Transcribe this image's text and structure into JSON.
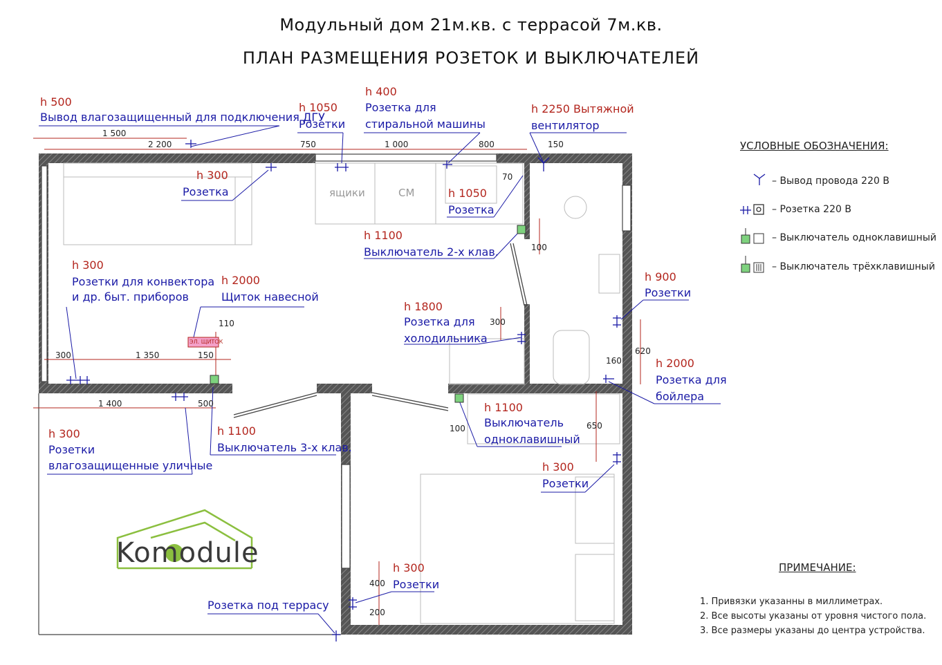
{
  "title": {
    "line1": "Модульный дом 21м.кв. с террасой 7м.кв.",
    "line2": "ПЛАН РАЗМЕЩЕНИЯ РОЗЕТОК И ВЫКЛЮЧАТЕЛЕЙ"
  },
  "annotations": [
    {
      "h": "h 500",
      "text": [
        "Вывод влагозащищенный для подключения ДГУ"
      ]
    },
    {
      "h": "h 1050",
      "text": [
        "Розетки"
      ]
    },
    {
      "h": "h 400",
      "text": [
        "Розетка для",
        "стиральной машины"
      ]
    },
    {
      "h": "h 2250 Вытяжной",
      "text": [
        "вентилятор"
      ]
    },
    {
      "h": "h 300",
      "text": [
        "Розетка"
      ]
    },
    {
      "h": "h 1050",
      "text": [
        "Розетка"
      ]
    },
    {
      "h": "h 1100",
      "text": [
        "Выключатель 2-х клав."
      ]
    },
    {
      "h": "h 300",
      "text": [
        "Розетки для конвектора",
        "и др. быт. приборов"
      ]
    },
    {
      "h": "h 2000",
      "text": [
        "Щиток навесной"
      ]
    },
    {
      "h": "h 1800",
      "text": [
        "Розетка для",
        "холодильника"
      ]
    },
    {
      "h": "h 900",
      "text": [
        "Розетки"
      ]
    },
    {
      "h": "h 2000",
      "text": [
        "Розетка для",
        "бойлера"
      ]
    },
    {
      "h": "h 1100",
      "text": [
        "Выключатель",
        "одноклавишный"
      ]
    },
    {
      "h": "h 300",
      "text": [
        "Розетки",
        "влагозащищенные уличные"
      ]
    },
    {
      "h": "h 1100",
      "text": [
        "Выключатель 3-х клав."
      ]
    },
    {
      "h": "h 300",
      "text": [
        "Розетки"
      ]
    },
    {
      "h": "h 300",
      "text": [
        "Розетки"
      ]
    },
    {
      "h": "",
      "text": [
        "Розетка под террасу"
      ]
    }
  ],
  "dimensions": [
    "1 500",
    "2 200",
    "750",
    "1 000",
    "800",
    "150",
    "70",
    "100",
    "300",
    "1 350",
    "150",
    "110",
    "300",
    "620",
    "160",
    "1 400",
    "500",
    "100",
    "650",
    "400",
    "200"
  ],
  "furniture": {
    "drawers": "ящики",
    "washer": "СМ",
    "panel_tag": "ЭЛ. ЩИТОК"
  },
  "legend": {
    "title": "УСЛОВНЫЕ ОБОЗНАЧЕНИЯ:",
    "items": [
      {
        "icon": "wire-output-icon",
        "text": "– Вывод провода 220 В"
      },
      {
        "icon": "socket-icon",
        "text": "– Розетка 220 В"
      },
      {
        "icon": "single-switch-icon",
        "text": "– Выключатель одноклавишный"
      },
      {
        "icon": "triple-switch-icon",
        "text": "– Выключатель трёхклавишный"
      }
    ]
  },
  "notes": {
    "title": "ПРИМЕЧАНИЕ:",
    "items": [
      "1. Привязки указанны в миллиметрах.",
      "2. Все высоты указаны от уровня чистого пола.",
      "3. Все размеры указаны до центра устройства."
    ]
  },
  "logo": {
    "text": "Komodule"
  },
  "colors": {
    "wall": "#444444",
    "height": "#b3261e",
    "label": "#1a1aa6",
    "switch": "#7ed27e",
    "panel": "#f4a0c8"
  }
}
